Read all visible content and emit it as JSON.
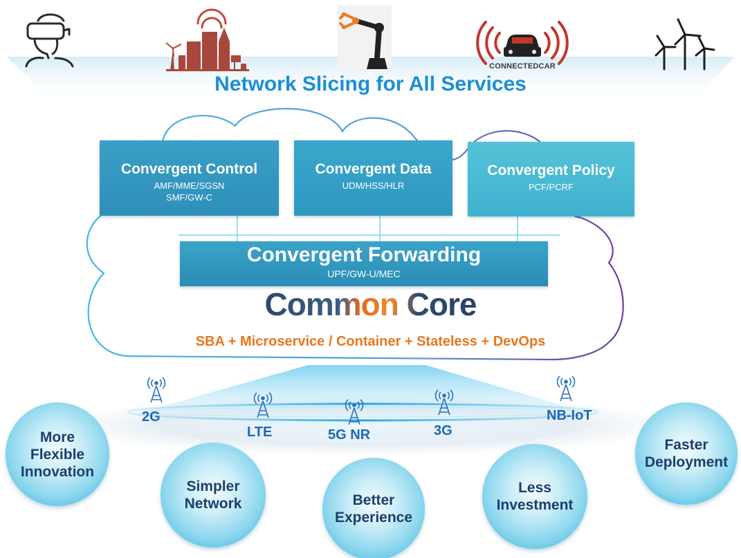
{
  "banner": {
    "title": "Network Slicing for All Services",
    "car_logo_text": "CONNECTEDCAR"
  },
  "icons": [
    "vr-headset-icon",
    "smart-city-icon",
    "robot-arm-icon",
    "connected-car-icon",
    "wind-turbines-icon"
  ],
  "boxes": {
    "control": {
      "title": "Convergent Control",
      "line1": "AMF/MME/SGSN",
      "line2": "SMF/GW-C"
    },
    "data": {
      "title": "Convergent Data",
      "line1": "UDM/HSS/HLR"
    },
    "policy": {
      "title": "Convergent Policy",
      "line1": "PCF/PCRF"
    },
    "forwarding": {
      "title": "Convergent Forwarding",
      "line1": "UPF/GW-U/MEC"
    }
  },
  "core": {
    "title": "Common Core",
    "tech": "SBA + Microservice / Container + Stateless + DevOps"
  },
  "access": [
    "2G",
    "LTE",
    "5G NR",
    "3G",
    "NB-IoT"
  ],
  "benefits": [
    {
      "line1": "More",
      "line2": "Flexible",
      "line3": "Innovation"
    },
    {
      "line1": "Simpler",
      "line2": "Network"
    },
    {
      "line1": "Better",
      "line2": "Experience"
    },
    {
      "line1": "Less",
      "line2": "Investment"
    },
    {
      "line1": "Faster",
      "line2": "Deployment"
    }
  ],
  "colors": {
    "banner_text": "#1b8fd6",
    "tech_text": "#e8771f",
    "access_text": "#1f67b6",
    "benefit_text": "#1c3e6e"
  }
}
